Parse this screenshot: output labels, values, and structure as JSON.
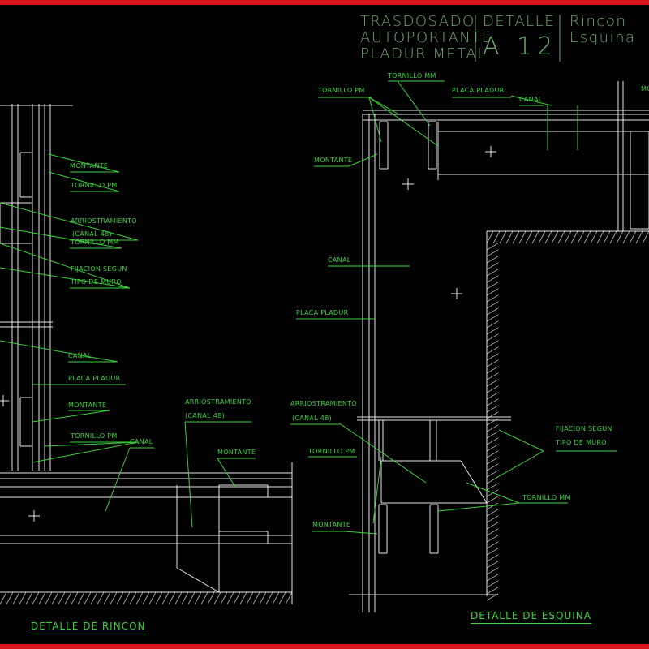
{
  "title_block": {
    "line1": "TRASDOSADO",
    "line2": "AUTOPORTANTE",
    "line3": "PLADUR METAL",
    "detail_label": "DETALLE",
    "detail_code": "A 12",
    "type1": "Rincon",
    "type2": "Esquina"
  },
  "left_detail": {
    "caption": "DETALLE DE RINCON",
    "labels": [
      "MONTANTE",
      "TORNILLO PM",
      "ARRIOSTRAMIENTO",
      "(CANAL  48)",
      "TORNILLO MM",
      "FIJACION SEGUN",
      "TIPO DE MURO",
      "CANAL",
      "PLACA PLADUR",
      "MONTANTE",
      "TORNILLO PM",
      "CANAL",
      "ARRIOSTRAMIENTO",
      "(CANAL  48)",
      "MONTANTE"
    ]
  },
  "right_detail": {
    "caption": "DETALLE DE ESQUINA",
    "labels": [
      "TORNILLO MM",
      "TORNILLO PM",
      "PLACA PLADUR",
      "CANAL",
      "MONTANTE",
      "MO",
      "CANAL",
      "PLACA PLADUR",
      "ARRIOSTRAMIENTO",
      "(CANAL  48)",
      "TORNILLO PM",
      "FIJACION SEGUN",
      "TIPO DE MURO",
      "TORNILLO MM",
      "MONTANTE"
    ]
  },
  "colors": {
    "frame": "#d8141a",
    "text": "#3cd23c",
    "title": "#6fa86f",
    "lines": "#e6e6e6"
  }
}
